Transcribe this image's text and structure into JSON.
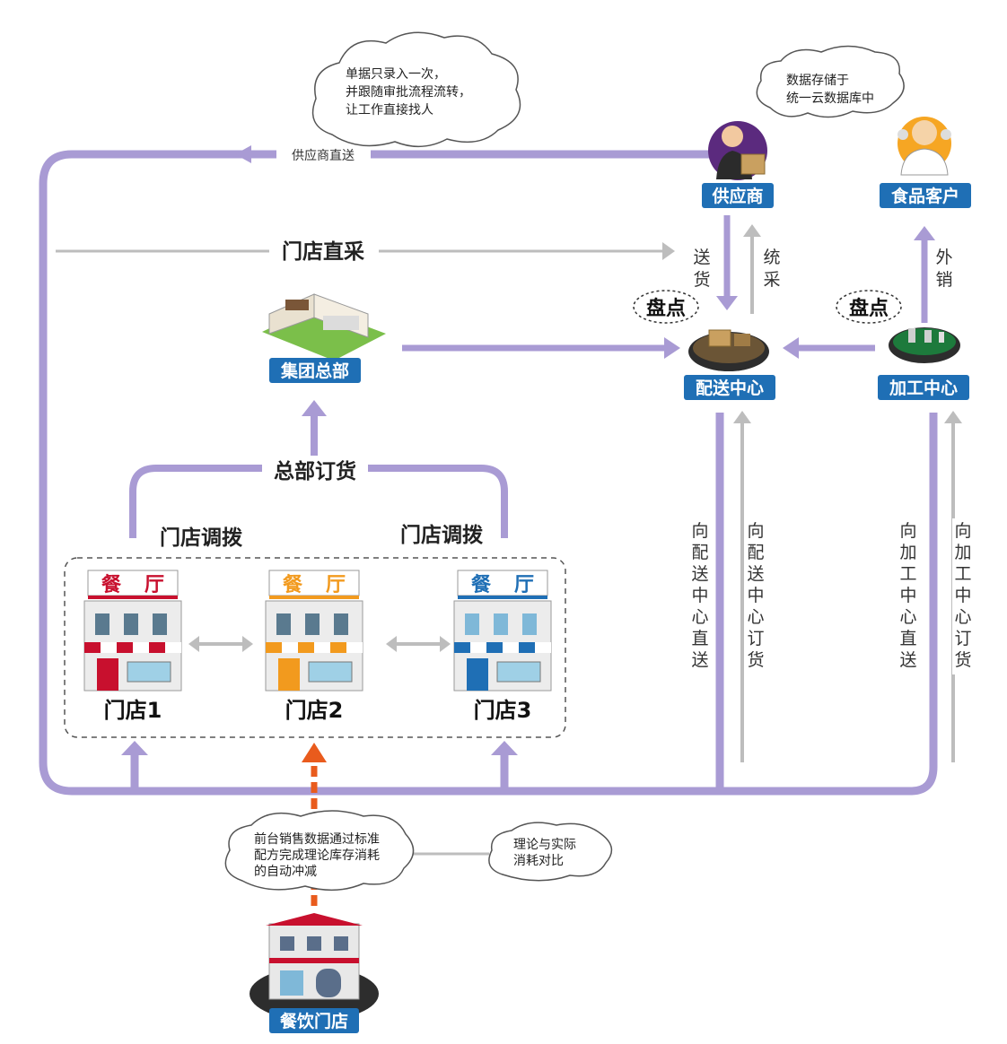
{
  "clouds": {
    "single_entry": [
      "单据只录入一次，",
      "并跟随审批流程流转，",
      "让工作直接找人"
    ],
    "cloud_storage": [
      "数据存储于",
      "统一云数据库中"
    ],
    "auto_deduct": [
      "前台销售数据通过标准",
      "配方完成理论库存消耗",
      "的自动冲减"
    ],
    "compare": [
      "理论与实际",
      "消耗对比"
    ]
  },
  "nodes": {
    "supplier": "供应商",
    "food_customer": "食品客户",
    "headquarters": "集团总部",
    "distribution_center": "配送中心",
    "processing_center": "加工中心",
    "restaurant_store": "餐饮门店"
  },
  "flows": {
    "supplier_direct": "供应商直送",
    "store_direct_purchase": "门店直采",
    "deliver": [
      "送",
      "货"
    ],
    "unified_purchase": [
      "统",
      "采"
    ],
    "external_sale": [
      "外",
      "销"
    ],
    "inventory_left": "盘点",
    "inventory_right": "盘点",
    "hq_order": "总部订货",
    "transfer_left": "门店调拨",
    "transfer_right": "门店调拨",
    "dc_direct": [
      "向",
      "配",
      "送",
      "中",
      "心",
      "直",
      "送"
    ],
    "dc_order": [
      "向",
      "配",
      "送",
      "中",
      "心",
      "订",
      "货"
    ],
    "pc_direct": [
      "向",
      "加",
      "工",
      "中",
      "心",
      "直",
      "送"
    ],
    "pc_order": [
      "向",
      "加",
      "工",
      "中",
      "心",
      "订",
      "货"
    ]
  },
  "stores": [
    {
      "sign": [
        "餐",
        "厅"
      ],
      "label": "门店1",
      "color": "#c8102e"
    },
    {
      "sign": [
        "餐",
        "厅"
      ],
      "label": "门店2",
      "color": "#f29a1e"
    },
    {
      "sign": [
        "餐",
        "厅"
      ],
      "label": "门店3",
      "color": "#1f6fb5"
    }
  ],
  "colors": {
    "purple": "#a99bd4",
    "gray": "#bdbdbd",
    "orange": "#e95b1d",
    "badge": "#1f6fb5"
  }
}
